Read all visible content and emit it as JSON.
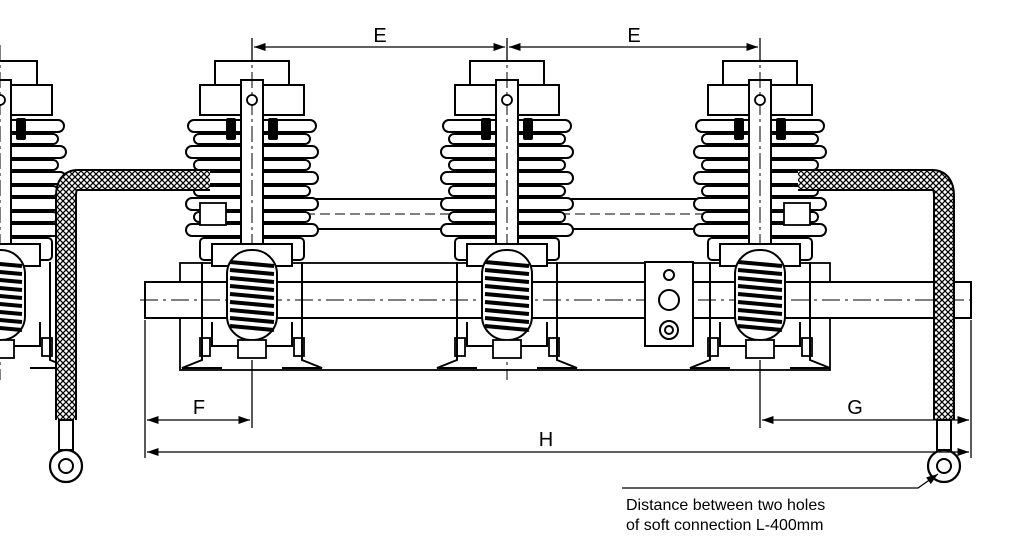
{
  "dimensions": {
    "pole_spacing_left": "E",
    "pole_spacing_right": "E",
    "left_offset": "F",
    "right_offset": "G",
    "overall_length": "H"
  },
  "note": {
    "line1": "Distance between two holes",
    "line2": "of soft connection L-400mm"
  },
  "colors": {
    "line": "#000000",
    "background": "#ffffff"
  }
}
